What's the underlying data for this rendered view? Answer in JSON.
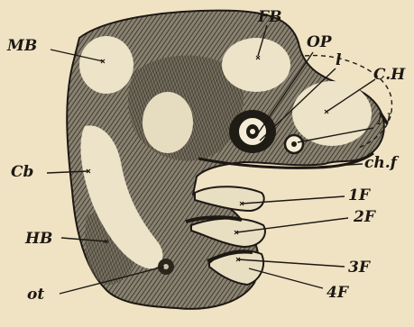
{
  "figure": {
    "background": "#efe3c4",
    "ink": "#1e1813",
    "labels": {
      "mb": "MB",
      "fb": "FB",
      "op": "OP",
      "l": "l",
      "ch": "C.H",
      "n": "N",
      "chf": "ch.f",
      "cb": "Cb",
      "f1": "1F",
      "f2": "2F",
      "hb": "HB",
      "f3": "3F",
      "ot": "ot",
      "f4": "4F"
    }
  }
}
